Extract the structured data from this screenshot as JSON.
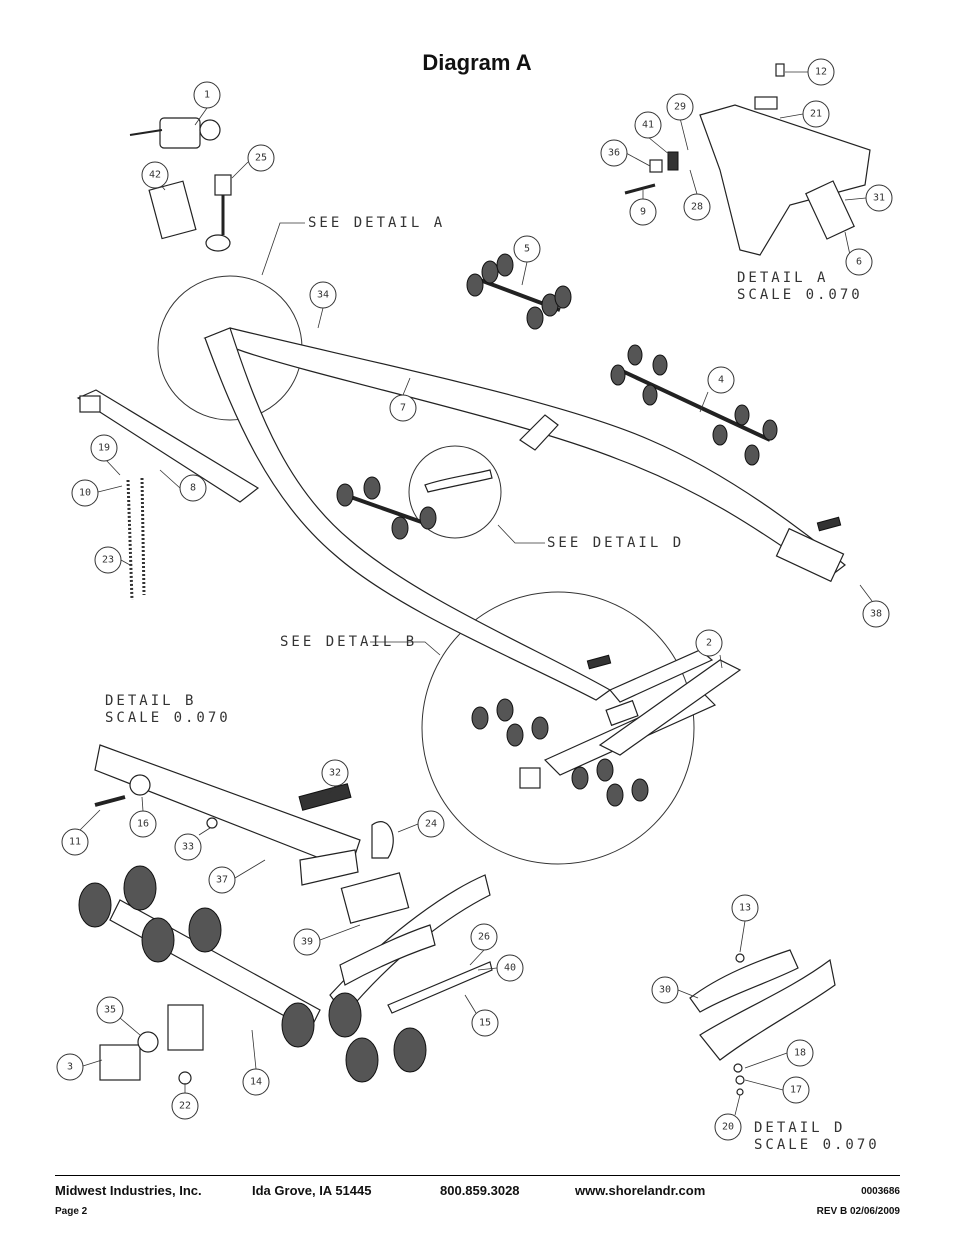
{
  "title": "Diagram A",
  "detail_labels": {
    "see_a": "SEE DETAIL  A",
    "see_b": "SEE DETAIL  B",
    "see_d": "SEE DETAIL  D",
    "detail_a": "DETAIL  A",
    "detail_a_scale": "SCALE  0.070",
    "detail_b": "DETAIL  B",
    "detail_b_scale": "SCALE  0.070",
    "detail_d": "DETAIL  D",
    "detail_d_scale": "SCALE  0.070"
  },
  "callouts": [
    "1",
    "42",
    "25",
    "12",
    "21",
    "29",
    "41",
    "36",
    "28",
    "9",
    "31",
    "6",
    "34",
    "5",
    "7",
    "4",
    "19",
    "10",
    "8",
    "23",
    "38",
    "2",
    "32",
    "24",
    "11",
    "16",
    "33",
    "37",
    "39",
    "26",
    "40",
    "15",
    "35",
    "3",
    "22",
    "14",
    "13",
    "30",
    "18",
    "17",
    "20"
  ],
  "footer": {
    "company": "Midwest Industries, Inc.",
    "city": "Ida Grove, IA  51445",
    "phone": "800.859.3028",
    "website": "www.shorelandr.com",
    "doc_number": "0003686",
    "page": "Page 2",
    "revision": "REV B  02/06/2009"
  }
}
